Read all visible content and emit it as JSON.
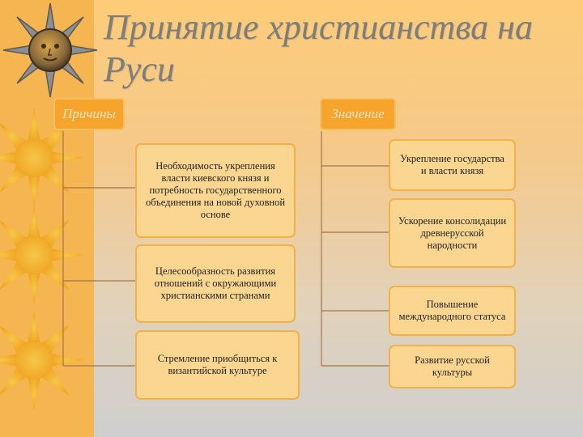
{
  "title": "Принятие христианства на Руси",
  "headers": {
    "causes": "Причины",
    "meaning": "Значение"
  },
  "causes": [
    "Необходимость укрепления власти киевского князя и потребность государственного объединения на новой духовной основе",
    "Целесообразность развития отношений с окружающими христианскими странами",
    "Стремление приобщиться к византийской культуре"
  ],
  "meanings": [
    "Укрепление государства и власти князя",
    "Ускорение консолидации древнерусской народности",
    "Повышение международного статуса",
    "Развитие русской культуры"
  ],
  "colors": {
    "header_fill": "#f6a42b",
    "box_fill": "#fbd690",
    "connector": "#a0764a",
    "title": "#7d7d7d"
  },
  "icons": [
    "sun-face-icon",
    "sun-icon",
    "sun-icon",
    "sun-icon"
  ]
}
